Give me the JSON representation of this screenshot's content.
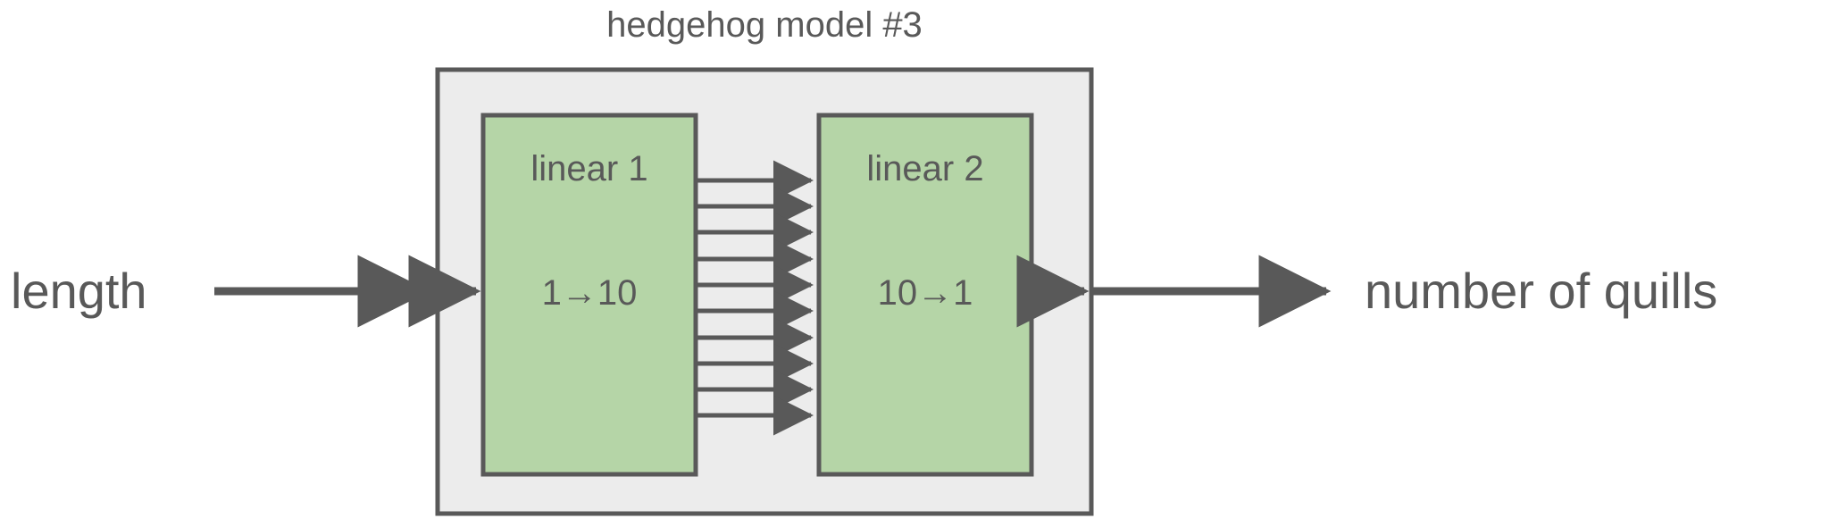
{
  "diagram": {
    "title": "hedgehog model #3",
    "type": "neural-network-block-diagram",
    "input_label": "length",
    "output_label": "number of quills",
    "container": {
      "name": "model-container",
      "fill": "#ececec",
      "stroke": "#595959"
    },
    "blocks": [
      {
        "id": "linear-1",
        "name": "linear 1",
        "shape": "1→10",
        "in_features": 1,
        "out_features": 10,
        "fill": "#b5d5a7",
        "stroke": "#595959"
      },
      {
        "id": "linear-2",
        "name": "linear 2",
        "shape": "10→1",
        "in_features": 10,
        "out_features": 1,
        "fill": "#b5d5a7",
        "stroke": "#595959"
      }
    ],
    "connections": {
      "between_blocks_count": 10,
      "input_arrow": "length-to-linear-1",
      "output_arrow": "linear-2-to-number-of-quills",
      "arrow_color": "#595959"
    },
    "colors": {
      "background": "#ffffff",
      "container_fill": "#ececec",
      "block_fill": "#b5d5a7",
      "line": "#595959",
      "text": "#595959"
    }
  }
}
